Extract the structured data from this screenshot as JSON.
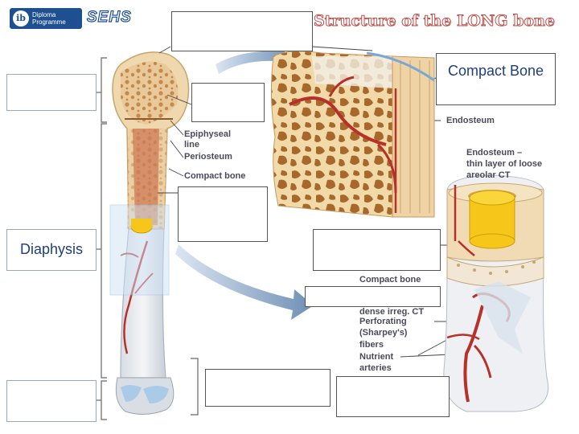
{
  "header": {
    "logo_letters": "ib",
    "logo_line1": "Diploma",
    "logo_line2": "Programme",
    "course": "SEHS",
    "title": "Structure of the LONG bone"
  },
  "boxes": {
    "compact_bone": "Compact Bone",
    "diaphysis": "Diaphysis"
  },
  "labels": {
    "epiphyseal_line_1": "Epiphyseal",
    "epiphyseal_line_2": "line",
    "periosteum": "Periosteum",
    "compact_bone_top": "Compact bone",
    "endosteum": "Endosteum",
    "endosteum_desc_1": "Endosteum –",
    "endosteum_desc_2": "thin layer of loose",
    "endosteum_desc_3": "areolar CT",
    "compact_bone_right": "Compact bone",
    "dense_irreg_ct": "dense irreg. CT",
    "perforating_1": "Perforating",
    "perforating_2": "(Sharpey's)",
    "perforating_3": "fibers",
    "nutrient_1": "Nutrient",
    "nutrient_2": "arteries"
  }
}
